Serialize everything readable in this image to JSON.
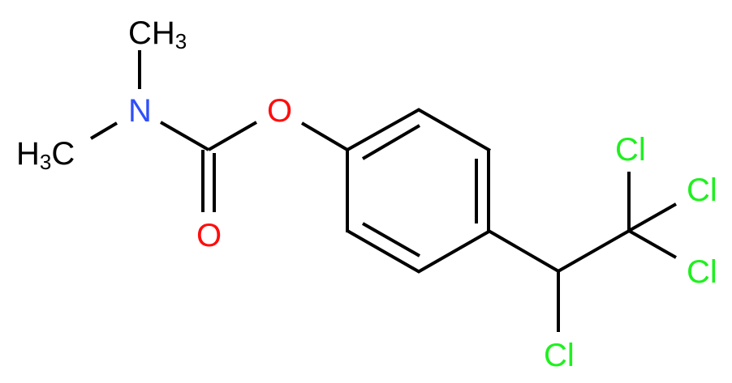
{
  "molecule": {
    "atoms": {
      "methyl_top": {
        "main": "CH",
        "sub": "3",
        "color": "#000000"
      },
      "methyl_left_prefix": "H",
      "methyl_left_sub": "3",
      "methyl_left_main": "C",
      "nitrogen": {
        "label": "N",
        "color": "#3050F8"
      },
      "carbonyl_oxygen": {
        "label": "O",
        "color": "#FF0D0D"
      },
      "ester_oxygen": {
        "label": "O",
        "color": "#FF0D0D"
      },
      "chlorine_ch": {
        "label": "Cl",
        "color": "#1FF01F"
      },
      "chlorine_top": {
        "label": "Cl",
        "color": "#1FF01F"
      },
      "chlorine_right": {
        "label": "Cl",
        "color": "#1FF01F"
      },
      "chlorine_lower_right": {
        "label": "Cl",
        "color": "#1FF01F"
      }
    },
    "colors": {
      "bond": "#000000",
      "carbon": "#000000",
      "nitrogen": "#3050F8",
      "oxygen": "#FF0D0D",
      "chlorine": "#1FF01F",
      "background": "#FFFFFF"
    }
  }
}
